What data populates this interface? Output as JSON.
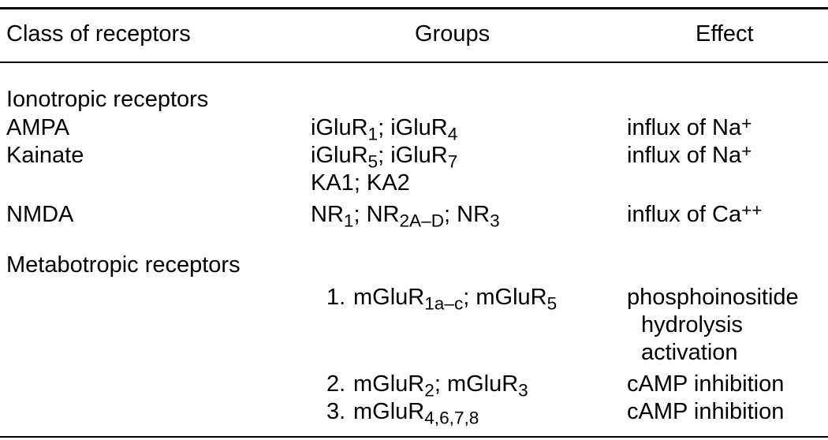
{
  "header": {
    "class_of_receptors": "Class of receptors",
    "groups": "Groups",
    "effect": "Effect"
  },
  "sections": {
    "ionotropic": "Ionotropic receptors",
    "metabotropic": "Metabotropic receptors"
  },
  "rows": {
    "ampa": {
      "class": "AMPA",
      "g1_base": "iGluR",
      "g1_sub": "1",
      "sep1": "; ",
      "g2_base": "iGluR",
      "g2_sub": "4",
      "effect_base": "influx of Na",
      "effect_sup": "+"
    },
    "kainate": {
      "class": "Kainate",
      "g1_base": "iGluR",
      "g1_sub": "5",
      "sep1": "; ",
      "g2_base": "iGluR",
      "g2_sub": "7",
      "line2": "KA1; KA2",
      "effect_base": "influx of Na",
      "effect_sup": "+"
    },
    "nmda": {
      "class": "NMDA",
      "g1_base": "NR",
      "g1_sub": "1",
      "sep1": "; ",
      "g2_base": "NR",
      "g2_sub": "2A–D",
      "sep2": "; ",
      "g3_base": "NR",
      "g3_sub": "3",
      "effect_base": "influx of Ca",
      "effect_sup": "++"
    },
    "m1": {
      "num": "1.",
      "g1_base": "mGluR",
      "g1_sub": "1a–c",
      "sep1": "; ",
      "g2_base": "mGluR",
      "g2_sub": "5",
      "effect_lines": [
        "phosphoinositide",
        "hydrolysis",
        "activation"
      ]
    },
    "m2": {
      "num": "2.",
      "g1_base": "mGluR",
      "g1_sub": "2",
      "sep1": "; ",
      "g2_base": "mGluR",
      "g2_sub": "3",
      "effect": "cAMP inhibition"
    },
    "m3": {
      "num": "3.",
      "g1_base": "mGluR",
      "g1_sub": "4,6,7,8",
      "effect": "cAMP inhibition"
    }
  }
}
